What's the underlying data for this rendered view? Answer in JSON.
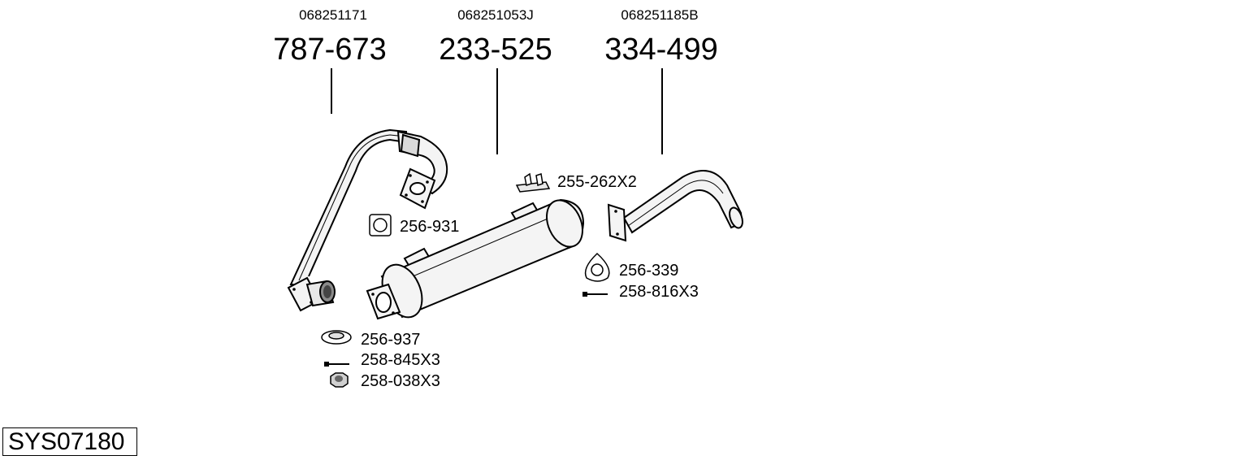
{
  "system_code": "SYS07180",
  "main_parts": [
    {
      "oem": "068251171",
      "number": "787-673"
    },
    {
      "oem": "068251053J",
      "number": "233-525"
    },
    {
      "oem": "068251185B",
      "number": "334-499"
    }
  ],
  "accessories": [
    {
      "label": "255-262X2",
      "icon": "hanger-bracket-icon"
    },
    {
      "label": "256-931",
      "icon": "square-gasket-icon"
    },
    {
      "label": "256-339",
      "icon": "triangle-gasket-icon"
    },
    {
      "label": "258-816X3",
      "icon": "bolt-icon"
    },
    {
      "label": "256-937",
      "icon": "ring-gasket-icon"
    },
    {
      "label": "258-845X3",
      "icon": "bolt-icon"
    },
    {
      "label": "258-038X3",
      "icon": "nut-icon"
    }
  ]
}
